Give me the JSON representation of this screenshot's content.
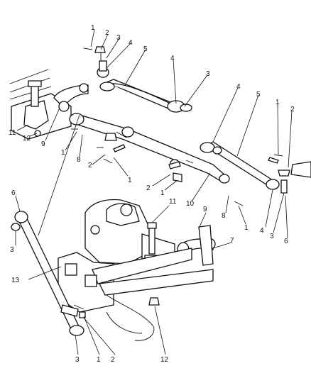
{
  "callouts": [
    {
      "id": "c1",
      "text": "1"
    },
    {
      "id": "c2",
      "text": "2"
    },
    {
      "id": "c3",
      "text": "3"
    },
    {
      "id": "c4",
      "text": "4"
    },
    {
      "id": "c5",
      "text": "5"
    },
    {
      "id": "c6",
      "text": "4"
    },
    {
      "id": "c7",
      "text": "3"
    },
    {
      "id": "c8",
      "text": "4"
    },
    {
      "id": "c9",
      "text": "5"
    },
    {
      "id": "c10",
      "text": "1"
    },
    {
      "id": "c11",
      "text": "2"
    },
    {
      "id": "c12",
      "text": "11"
    },
    {
      "id": "c13",
      "text": "12"
    },
    {
      "id": "c14",
      "text": "9"
    },
    {
      "id": "c15",
      "text": "1"
    },
    {
      "id": "c16",
      "text": "8"
    },
    {
      "id": "c17",
      "text": "2"
    },
    {
      "id": "c18",
      "text": "1"
    },
    {
      "id": "c19",
      "text": "2"
    },
    {
      "id": "c20",
      "text": "1"
    },
    {
      "id": "c21",
      "text": "10"
    },
    {
      "id": "c22",
      "text": "8"
    },
    {
      "id": "c23",
      "text": "1"
    },
    {
      "id": "c24",
      "text": "4"
    },
    {
      "id": "c25",
      "text": "3"
    },
    {
      "id": "c26",
      "text": "6"
    },
    {
      "id": "c27",
      "text": "6"
    },
    {
      "id": "c28",
      "text": "3"
    },
    {
      "id": "c29",
      "text": "13"
    },
    {
      "id": "c30",
      "text": "11"
    },
    {
      "id": "c31",
      "text": "9"
    },
    {
      "id": "c32",
      "text": "7"
    },
    {
      "id": "c33",
      "text": "3"
    },
    {
      "id": "c34",
      "text": "1"
    },
    {
      "id": "c35",
      "text": "2"
    },
    {
      "id": "c36",
      "text": "12"
    }
  ]
}
